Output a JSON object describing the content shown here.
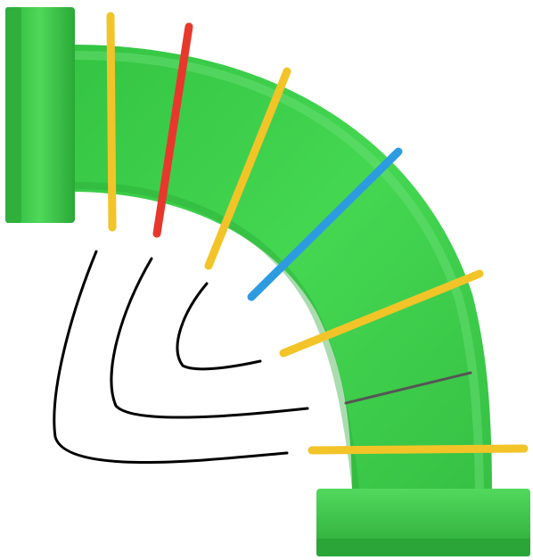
{
  "image": {
    "subject": "bent-pipe-elbow",
    "background": "#ffffff"
  },
  "pipe": {
    "color": "#3ccd4a",
    "shade": "#2aa838",
    "highlight": "#6fe07a"
  },
  "rings": [
    {
      "id": "ring-1",
      "color": "#f2c428"
    },
    {
      "id": "ring-2",
      "color": "#e8372c"
    },
    {
      "id": "ring-3",
      "color": "#f2c428"
    },
    {
      "id": "ring-4",
      "color": "#2d9be0"
    },
    {
      "id": "ring-5",
      "color": "#f2c428"
    },
    {
      "id": "ring-6",
      "color": "#555555"
    },
    {
      "id": "ring-7",
      "color": "#f2c428"
    }
  ],
  "guide_curves": {
    "color": "#000000",
    "count": 3
  }
}
